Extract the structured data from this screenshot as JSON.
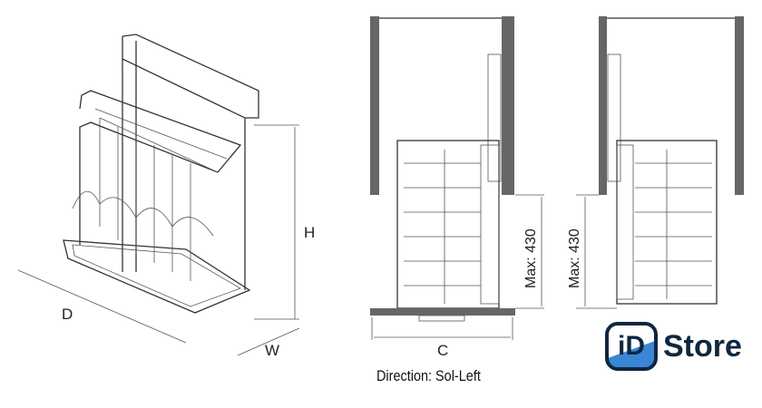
{
  "left_view": {
    "height_label": "H",
    "depth_label": "D",
    "width_label": "W"
  },
  "middle_view": {
    "width_label": "C",
    "max_height_label": "Max: 430",
    "direction_label": "Direction: Sol-Left"
  },
  "right_view": {
    "max_height_label": "Max: 430"
  },
  "logo": {
    "mark": "iD",
    "text": "Store",
    "color": "#10263f",
    "accent": "#3a86d6"
  }
}
